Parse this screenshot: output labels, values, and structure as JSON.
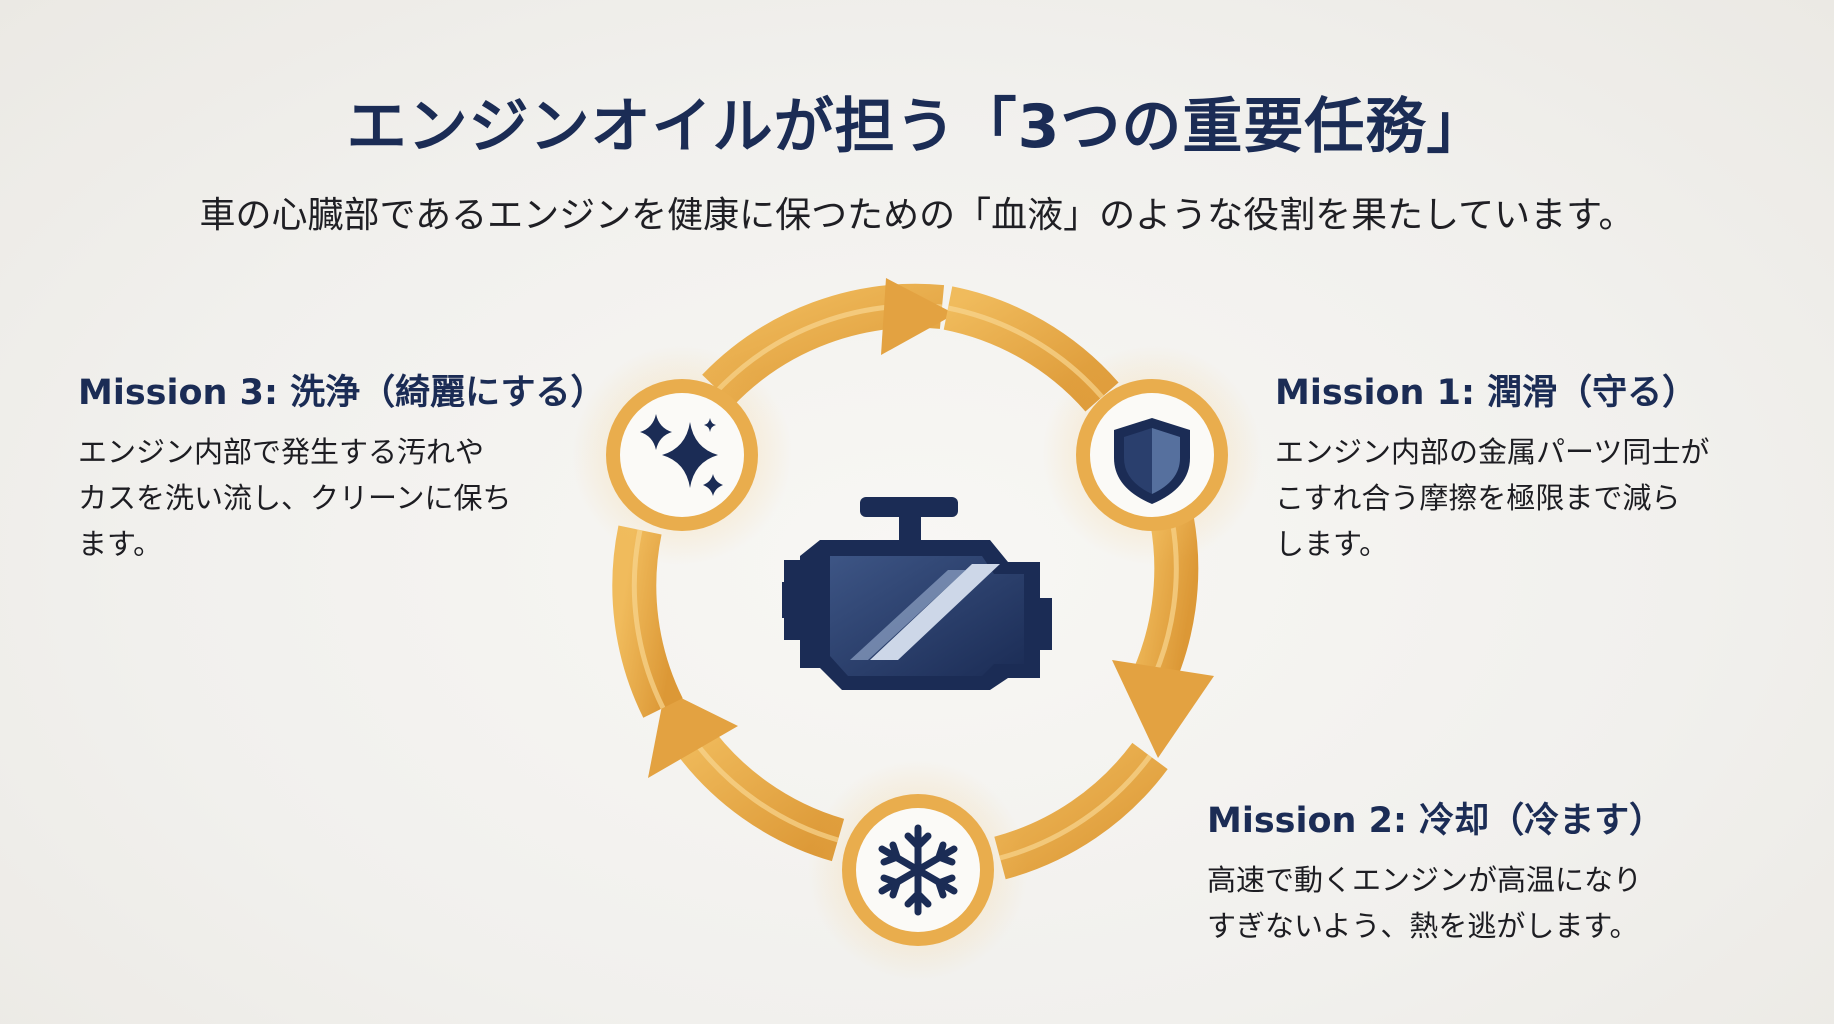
{
  "title": "エンジンオイルが担う「3つの重要任務」",
  "subtitle": "車の心臓部であるエンジンを健康に保つための「血液」のような役割を果たしています。",
  "center_icon": "engine-icon",
  "colors": {
    "navy": "#1b2c55",
    "gold": "#e9ad4d",
    "gold_dark": "#d8922f",
    "background": "#f1f0ed"
  },
  "missions": {
    "mission1": {
      "heading": "Mission 1: 潤滑（守る）",
      "lines": [
        "エンジン内部の金属パーツ同士が",
        "こすれ合う摩擦を極限まで減ら",
        "します。"
      ],
      "icon": "shield-icon"
    },
    "mission2": {
      "heading": "Mission 2: 冷却（冷ます）",
      "lines": [
        "高速で動くエンジンが高温になり",
        "すぎないよう、熱を逃がします。"
      ],
      "icon": "snowflake-icon"
    },
    "mission3": {
      "heading": "Mission 3: 洗浄（綺麗にする）",
      "lines": [
        "エンジン内部で発生する汚れや",
        "カスを洗い流し、クリーンに保ち",
        "ます。"
      ],
      "icon": "sparkles-icon"
    }
  }
}
